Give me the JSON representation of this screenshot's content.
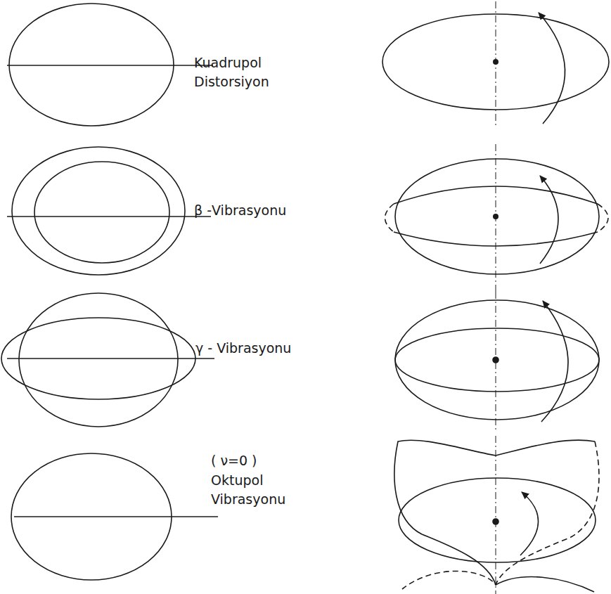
{
  "diagram": {
    "labels": [
      "Kuadrupol Distorsiyon",
      "β -Vibrasyonu",
      "γ - Vibrasyonu",
      "( ν=0 )",
      "Oktupol Vibrasyonu"
    ]
  }
}
